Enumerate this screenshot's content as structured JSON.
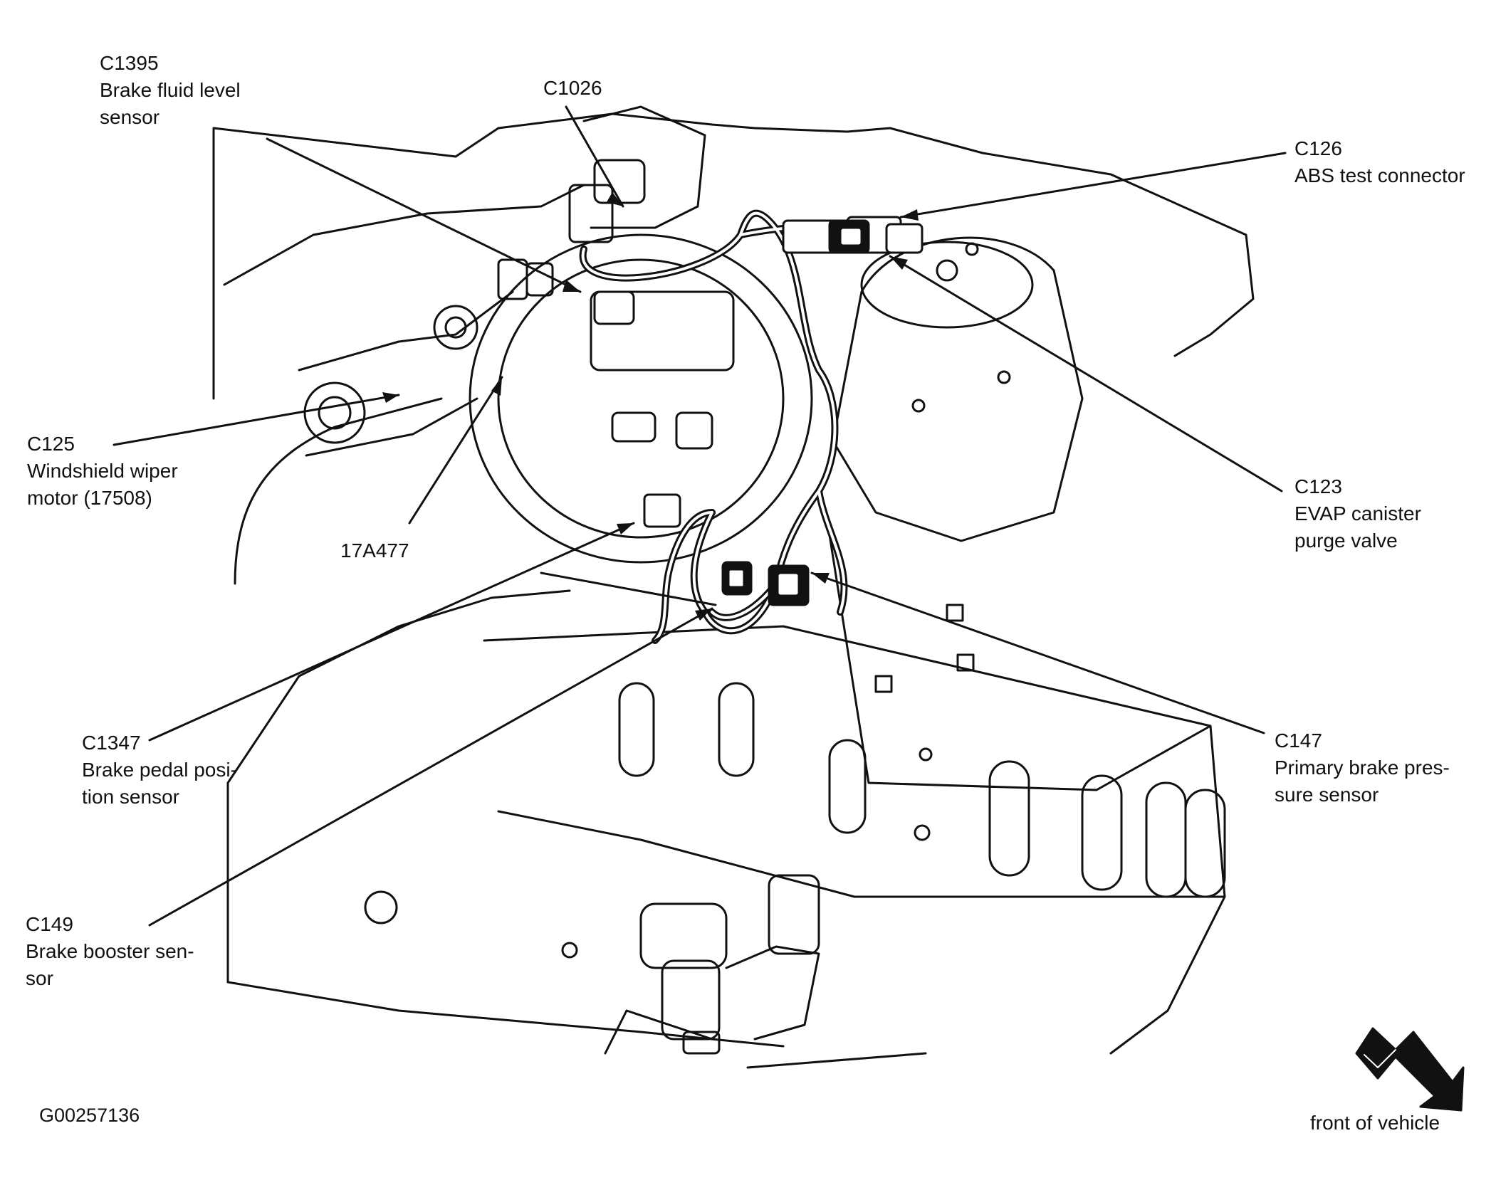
{
  "figure_id": "G00257136",
  "front_label": "front of vehicle",
  "colors": {
    "line": "#111111",
    "background": "#ffffff"
  },
  "callouts": [
    {
      "code": "C1395",
      "lines": [
        "Brake fluid level",
        "sensor"
      ]
    },
    {
      "code": "C1026",
      "lines": []
    },
    {
      "code": "C126",
      "lines": [
        "ABS test connector"
      ]
    },
    {
      "code": "C125",
      "lines": [
        "Windshield wiper",
        "motor (17508)"
      ]
    },
    {
      "code": "17A477",
      "lines": []
    },
    {
      "code": "C123",
      "lines": [
        "EVAP canister",
        "purge valve"
      ]
    },
    {
      "code": "C1347",
      "lines": [
        "Brake pedal posi-",
        "tion sensor"
      ]
    },
    {
      "code": "C147",
      "lines": [
        "Primary brake pres-",
        "sure sensor"
      ]
    },
    {
      "code": "C149",
      "lines": [
        "Brake booster sen-",
        "sor"
      ]
    }
  ]
}
